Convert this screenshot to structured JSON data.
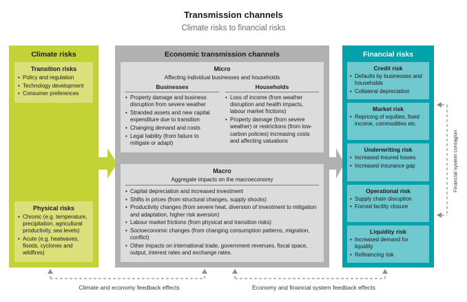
{
  "title": "Transmission channels",
  "subtitle": "Climate risks to financial risks",
  "climate": {
    "header": "Climate risks",
    "boxes": [
      {
        "title": "Transition risks",
        "items": [
          "Policy and regulation",
          "Technology development",
          "Consumer preferences"
        ]
      },
      {
        "title": "Physical risks",
        "items": [
          "Chronic (e.g. temperature, precipitation, agricultural productivity, sea levels)",
          "Acute (e.g. heatwaves, floods, cyclones and wildfires)"
        ]
      }
    ]
  },
  "economic": {
    "header": "Economic transmission channels",
    "micro": {
      "title": "Micro",
      "subtitle": "Affecting individual businesses and households",
      "columns": [
        {
          "title": "Businesses",
          "items": [
            "Property damage and business disruption from severe weather",
            "Stranded assets and new capital expenditure due to transition",
            "Changing demand and costs",
            "Legal liability (from failure to mitigate or adapt)"
          ]
        },
        {
          "title": "Households",
          "items": [
            "Loss of income (from weather disruption and health impacts, labour market frictions)",
            "Property damage (from severe weather) or restrictions (from low-carbon policies) increasing costs and affecting valuations"
          ]
        }
      ]
    },
    "macro": {
      "title": "Macro",
      "subtitle": "Aggregate impacts on the macroeconomy",
      "items": [
        "Capital depreciation and increased investment",
        "Shifts in prices (from structural changes, supply shocks)",
        "Productivity changes (from severe heat, diversion of investment to mitigation and adaptation, higher risk aversion)",
        "Labour market frictions (from physical and transition risks)",
        "Socioeconomic changes (from changing consumption patterns, migration, conflict)",
        "Other impacts on international trade, government revenues, fiscal space, output, interest rates and exchange rates."
      ]
    }
  },
  "financial": {
    "header": "Financial risks",
    "boxes": [
      {
        "title": "Credit risk",
        "items": [
          "Defaults by businesses and households",
          "Collateral depreciation"
        ]
      },
      {
        "title": "Market risk",
        "items": [
          "Repricing of equities, fixed income, commodities etc."
        ]
      },
      {
        "title": "Underwriting risk",
        "items": [
          "Increased insured losses",
          "Increased insurance gap"
        ]
      },
      {
        "title": "Operational risk",
        "items": [
          "Supply chain disruption",
          "Forced facility closure"
        ]
      },
      {
        "title": "Liquidity risk",
        "items": [
          "Increased demand for liquidity",
          "Refinancing risk"
        ]
      }
    ]
  },
  "annotations": {
    "contagion": "Financial system contagion",
    "feedback_left": "Climate and economy feedback effects",
    "feedback_right": "Economy and financial system feedback effects"
  },
  "colors": {
    "climate_outer": "#c3d234",
    "climate_inner": "#dbe07a",
    "economic_outer": "#b1b1b1",
    "economic_inner": "#dcdcdc",
    "financial_outer": "#00a2ac",
    "financial_inner": "#6fc9ce",
    "financial_header_text": "#ffffff",
    "arrow_green": "#c3d234",
    "arrow_gray": "#b1b1b1"
  }
}
